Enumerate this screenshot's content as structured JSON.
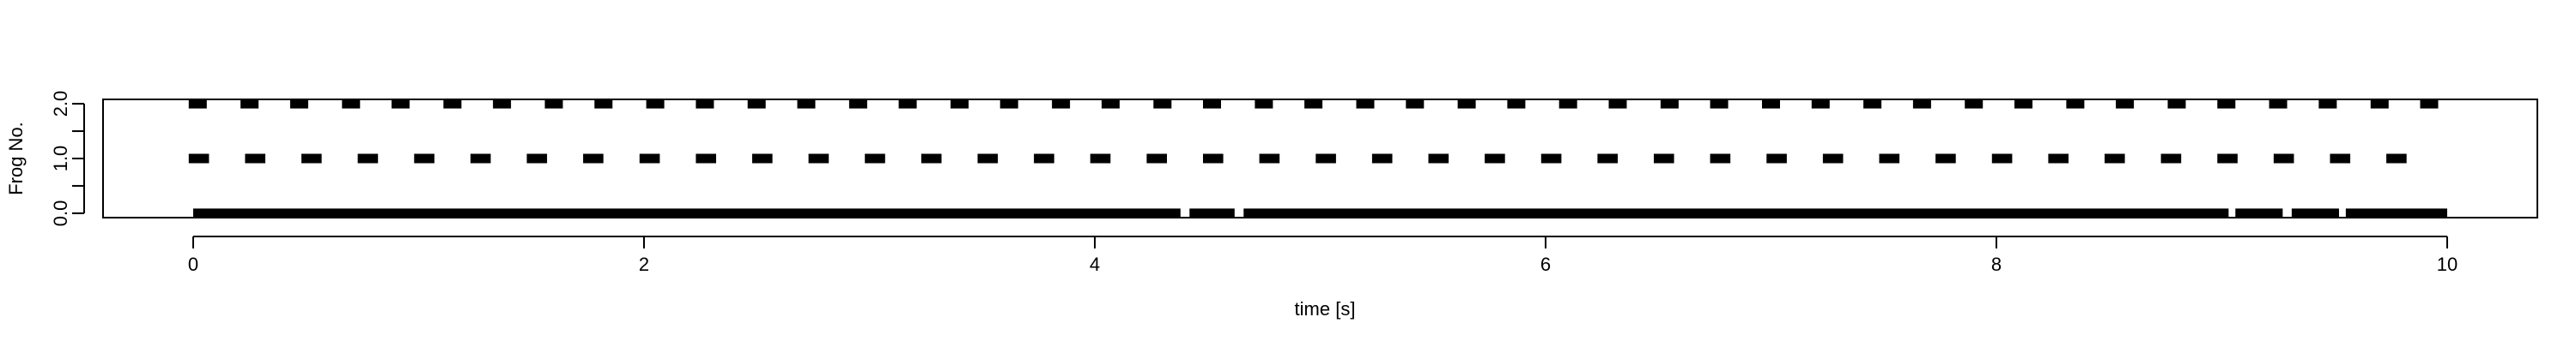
{
  "chart_data": {
    "type": "scatter",
    "title": "",
    "xlabel": "time [s]",
    "ylabel": "Frog No.",
    "xlim": [
      -0.4,
      10.4
    ],
    "ylim": [
      -0.08,
      2.08
    ],
    "x_ticks": [
      0,
      2,
      4,
      6,
      8,
      10
    ],
    "x_tick_labels": [
      "0",
      "2",
      "4",
      "6",
      "8",
      "10"
    ],
    "y_ticks": [
      0,
      1,
      2
    ],
    "y_tick_labels": [
      "0.0",
      "1.0",
      "2.0"
    ],
    "grid": false,
    "legend": "none",
    "mark_color": "#000000",
    "series": [
      {
        "y": 0,
        "segments": [
          [
            0.0,
            4.38
          ],
          [
            4.42,
            4.62
          ],
          [
            4.66,
            9.03
          ],
          [
            9.06,
            9.27
          ],
          [
            9.31,
            9.52
          ],
          [
            9.55,
            10.0
          ]
        ]
      },
      {
        "y": 1,
        "segments": [
          [
            -0.02,
            0.07
          ],
          [
            0.23,
            0.32
          ],
          [
            0.48,
            0.57
          ],
          [
            0.73,
            0.82
          ],
          [
            0.98,
            1.07
          ],
          [
            1.23,
            1.32
          ],
          [
            1.48,
            1.57
          ],
          [
            1.73,
            1.82
          ],
          [
            1.98,
            2.07
          ],
          [
            2.23,
            2.32
          ],
          [
            2.48,
            2.57
          ],
          [
            2.73,
            2.82
          ],
          [
            2.98,
            3.07
          ],
          [
            3.23,
            3.32
          ],
          [
            3.48,
            3.57
          ],
          [
            3.73,
            3.82
          ],
          [
            3.98,
            4.07
          ],
          [
            4.23,
            4.32
          ],
          [
            4.48,
            4.57
          ],
          [
            4.73,
            4.82
          ],
          [
            4.98,
            5.07
          ],
          [
            5.23,
            5.32
          ],
          [
            5.48,
            5.57
          ],
          [
            5.73,
            5.82
          ],
          [
            5.98,
            6.07
          ],
          [
            6.23,
            6.32
          ],
          [
            6.48,
            6.57
          ],
          [
            6.73,
            6.82
          ],
          [
            6.98,
            7.07
          ],
          [
            7.23,
            7.32
          ],
          [
            7.48,
            7.57
          ],
          [
            7.73,
            7.82
          ],
          [
            7.98,
            8.07
          ],
          [
            8.23,
            8.32
          ],
          [
            8.48,
            8.57
          ],
          [
            8.73,
            8.82
          ],
          [
            8.98,
            9.07
          ],
          [
            9.23,
            9.32
          ],
          [
            9.48,
            9.57
          ],
          [
            9.73,
            9.82
          ]
        ]
      },
      {
        "y": 2,
        "segments": [
          [
            -0.02,
            0.06
          ],
          [
            0.21,
            0.29
          ],
          [
            0.43,
            0.51
          ],
          [
            0.66,
            0.74
          ],
          [
            0.88,
            0.96
          ],
          [
            1.11,
            1.19
          ],
          [
            1.33,
            1.41
          ],
          [
            1.56,
            1.64
          ],
          [
            1.78,
            1.86
          ],
          [
            2.01,
            2.09
          ],
          [
            2.23,
            2.31
          ],
          [
            2.46,
            2.54
          ],
          [
            2.68,
            2.76
          ],
          [
            2.91,
            2.99
          ],
          [
            3.13,
            3.21
          ],
          [
            3.36,
            3.44
          ],
          [
            3.58,
            3.66
          ],
          [
            3.81,
            3.89
          ],
          [
            4.03,
            4.11
          ],
          [
            4.26,
            4.34
          ],
          [
            4.48,
            4.56
          ],
          [
            4.71,
            4.79
          ],
          [
            4.93,
            5.01
          ],
          [
            5.16,
            5.24
          ],
          [
            5.38,
            5.46
          ],
          [
            5.61,
            5.69
          ],
          [
            5.83,
            5.91
          ],
          [
            6.06,
            6.14
          ],
          [
            6.28,
            6.36
          ],
          [
            6.51,
            6.59
          ],
          [
            6.73,
            6.81
          ],
          [
            6.96,
            7.04
          ],
          [
            7.18,
            7.26
          ],
          [
            7.41,
            7.49
          ],
          [
            7.63,
            7.71
          ],
          [
            7.86,
            7.94
          ],
          [
            8.08,
            8.16
          ],
          [
            8.31,
            8.39
          ],
          [
            8.53,
            8.61
          ],
          [
            8.76,
            8.84
          ],
          [
            8.98,
            9.06
          ],
          [
            9.21,
            9.29
          ],
          [
            9.43,
            9.51
          ],
          [
            9.66,
            9.74
          ],
          [
            9.88,
            9.96
          ]
        ]
      }
    ]
  }
}
